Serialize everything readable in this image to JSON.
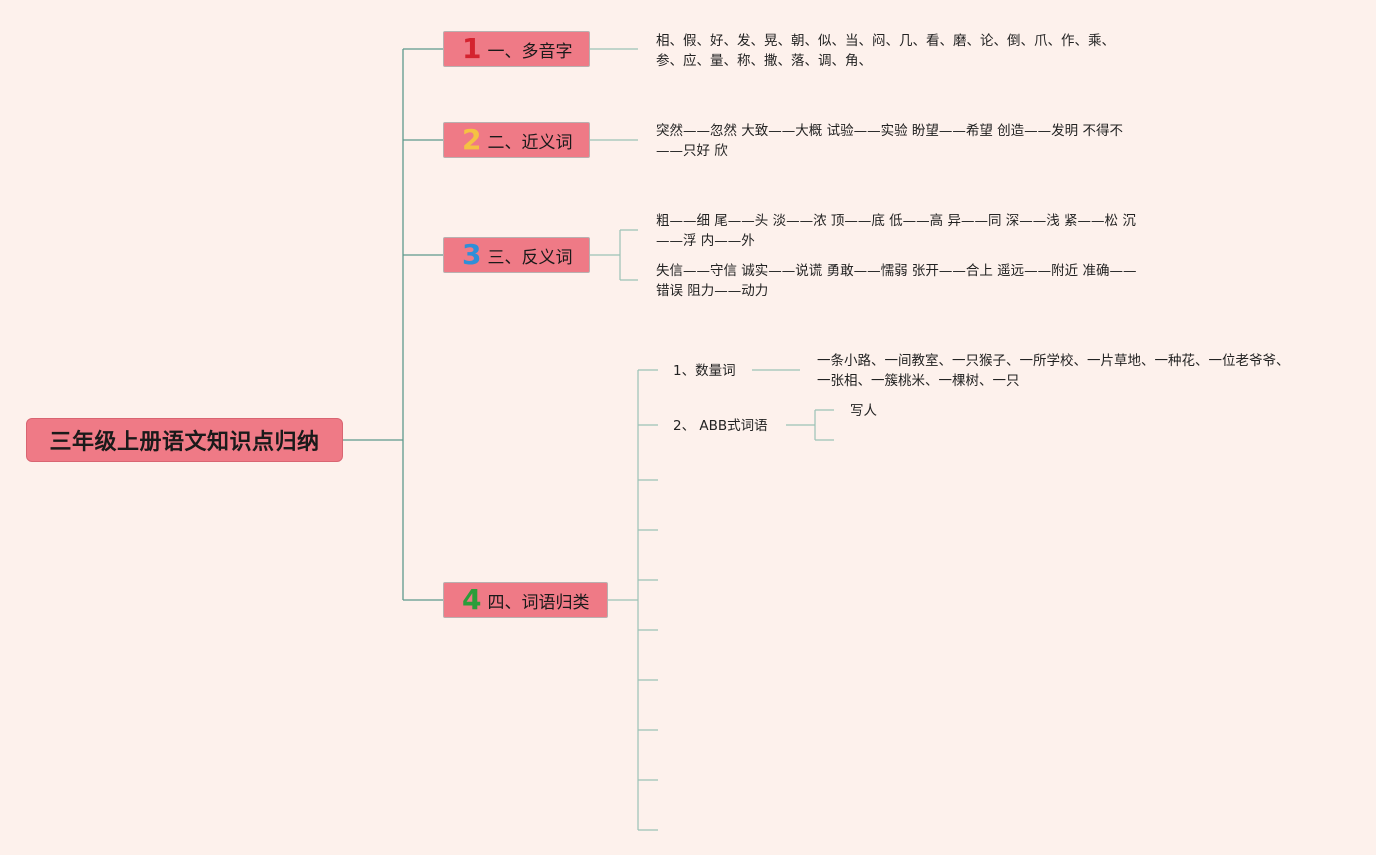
{
  "root": {
    "title": "三年级上册语文知识点归纳"
  },
  "branches": [
    {
      "num": "1",
      "num_color": "#d4232f",
      "label": "一、多音字",
      "leaves": [
        "相、假、好、发、晃、朝、似、当、闷、几、看、磨、论、倒、爪、作、乘、\n参、应、量、称、撒、落、调、角、"
      ]
    },
    {
      "num": "2",
      "num_color": "#f5c242",
      "label": "二、近义词",
      "leaves": [
        "突然——忽然 大致——大概 试验——实验 盼望——希望 创造——发明 不得不\n——只好 欣"
      ]
    },
    {
      "num": "3",
      "num_color": "#2f8fd8",
      "label": "三、反义词",
      "leaves": [
        "粗——细 尾——头 淡——浓 顶——底 低——高 异——同 深——浅 紧——松 沉\n——浮 内——外",
        "失信——守信 诚实——说谎 勇敢——懦弱 张开——合上 遥远——附近 准确——\n错误 阻力——动力"
      ]
    },
    {
      "num": "4",
      "num_color": "#2a9d3a",
      "label": "四、词语归类",
      "children": [
        {
          "label": "1、数量词",
          "leaves": [
            "一条小路、一间教室、一只猴子、一所学校、一片草地、一种花、一位老爷爷、\n一张相、一簇桃米、一棵树、一只"
          ]
        },
        {
          "label": "2、 ABB式词语",
          "leaves": [
            "写人",
            ""
          ]
        }
      ]
    }
  ],
  "colors": {
    "background": "#fdf1ec",
    "node_fill": "#ef7a86",
    "connector": "#5e9a8c"
  }
}
